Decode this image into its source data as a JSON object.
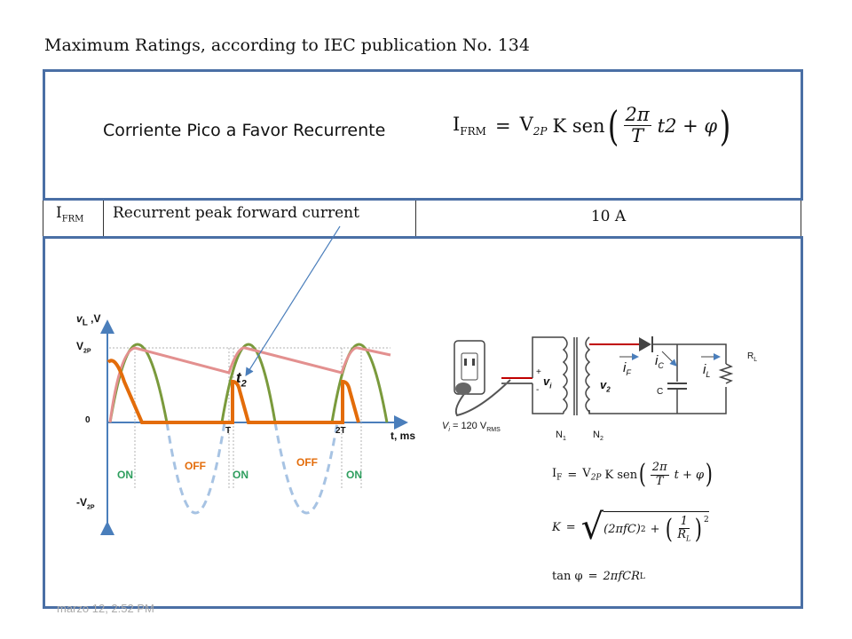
{
  "header": {
    "title": "Maximum Ratings, according to IEC publication No. 134"
  },
  "top_box": {
    "spanish_label": "Corriente Pico a Favor Recurrente",
    "equation": {
      "lhs": "I",
      "lhs_sub": "FRM",
      "eq": "=",
      "v": "V",
      "v_sub": "2P",
      "k": "K sen",
      "num": "2π",
      "den": "T",
      "rest": "t2 + φ"
    }
  },
  "table_row": {
    "symbol": "I",
    "symbol_sub": "FRM",
    "description": "Recurrent peak forward current",
    "value": "10 A"
  },
  "waveform": {
    "y_axis_label": "v",
    "y_axis_label_sub": "L",
    "y_axis_label_suffix": " ,V",
    "v2p": "V",
    "v2p_sub": "2P",
    "zero": "0",
    "neg_v2p": "-V",
    "neg_v2p_sub": "2P",
    "x_label": "t, ms",
    "t_label": "T",
    "t2_label": "2T",
    "t2_annot": "t",
    "t2_annot_sub": "2",
    "on1": "ON",
    "off1": "OFF",
    "on2": "ON",
    "off2": "OFF",
    "on3": "ON",
    "colors": {
      "envelope": "#e3908f",
      "sine": "#7a9a3c",
      "current": "#e36c0a",
      "dash": "#a7c3e3",
      "arrow": "#4a7ebb",
      "on": "#2e9e5e",
      "off": "#e36c0a"
    }
  },
  "circuit": {
    "vi": "v",
    "vi_sub": "i",
    "v2": "v",
    "v2_sub": "2",
    "iF": "i",
    "iF_sub": "F",
    "iC": "i",
    "iC_sub": "C",
    "iL": "i",
    "iL_sub": "L",
    "C": "C",
    "RL": "R",
    "RL_sub": "L",
    "N1": "N",
    "N1_sub": "1",
    "N2": "N",
    "N2_sub": "2",
    "plus": "+",
    "minus": "-",
    "vi_rating": "V",
    "vi_rating_sub": "i",
    "vi_rating_eq": " = 120  V",
    "vi_rating_unit": "RMS"
  },
  "equations": {
    "if": {
      "lhs": "I",
      "lhs_sub": "F",
      "eq": "=",
      "v": "V",
      "v_sub": "2P",
      "k": "K sen",
      "num": "2π",
      "den": "T",
      "rest": "t + φ"
    },
    "k": {
      "lhs": "K",
      "eq": "=",
      "term1": "(2πfC)",
      "term1_exp": "2",
      "plus": "+",
      "num": "1",
      "den": "R",
      "den_sub": "L",
      "exp": "2"
    },
    "tan": {
      "lhs": "tan φ",
      "eq": "=",
      "rhs": "2πfCR",
      "rhs_sub": "L"
    }
  },
  "footer": {
    "timestamp": "marzo 12, 2:52 PM"
  }
}
